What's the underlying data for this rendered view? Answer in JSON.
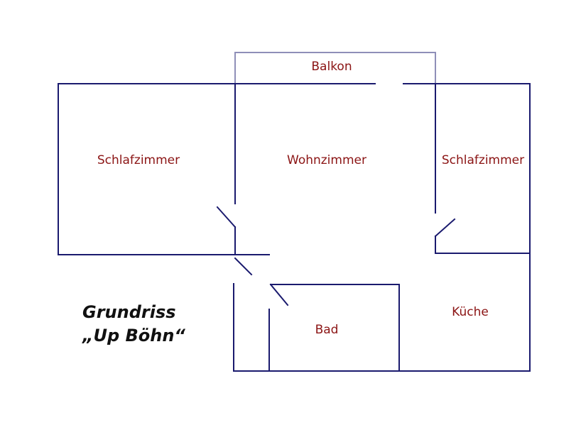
{
  "plan": {
    "rooms": {
      "balcony": "Balkon",
      "bedroom_left": "Schlafzimmer",
      "living_room": "Wohnzimmer",
      "bedroom_right": "Schlafzimmer",
      "kitchen": "Küche",
      "bathroom": "Bad"
    },
    "title": {
      "line1": "Grundriss",
      "line2": "„Up Böhn“"
    },
    "colors": {
      "walls": "#1a1a6e",
      "balcony_outline": "#8f8fb8",
      "room_labels": "#8b1414",
      "title": "#111111"
    }
  }
}
